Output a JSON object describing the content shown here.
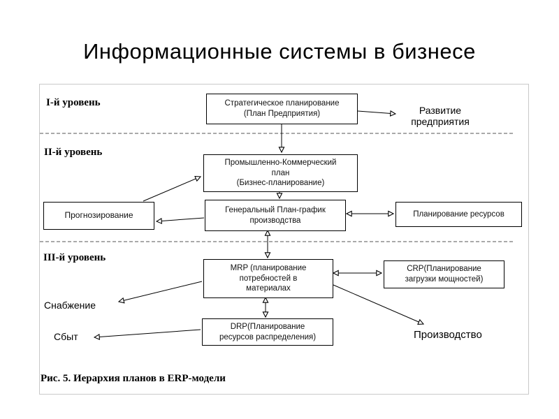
{
  "slide": {
    "title": "Информационные системы в бизнесе",
    "caption": "Рис. 5. Иерархия планов в ERP-модели"
  },
  "levels": {
    "level1": "I-й уровень",
    "level2": "II-й уровень",
    "level3": "III-й уровень"
  },
  "nodes": {
    "strategic": "Стратегическое планирование\n(План Предприятия)",
    "commercial": "Промышленно-Коммерческий\nплан\n(Бизнес-планирование)",
    "forecasting": "Прогнозирование",
    "master_schedule": "Генеральный План-график\nпроизводства",
    "resource_planning": "Планирование ресурсов",
    "mrp": "MRP (планирование\nпотребностей в\nматериалах",
    "crp": "CRP(Планирование\nзагрузки мощностей)",
    "drp": "DRP(Планирование\nресурсов распределения)"
  },
  "labels": {
    "development": "Развитие\nпредприятия",
    "supply": "Снабжение",
    "sales": "Сбыт",
    "production": "Производство"
  }
}
